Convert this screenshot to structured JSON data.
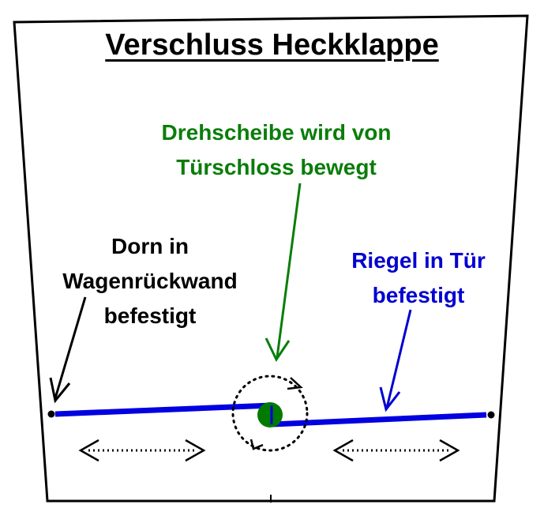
{
  "title": "Verschluss Heckklappe",
  "labels": {
    "turntable": [
      "Drehscheibe wird von",
      "Türschloss bewegt"
    ],
    "pin": [
      "Dorn in",
      "Wagenrückwand",
      "befestigt"
    ],
    "bolt": [
      "Riegel in Tür",
      "befestigt"
    ]
  },
  "colors": {
    "outline": "#000000",
    "bar": "#0000e0",
    "turntable": "#007a00",
    "turntable_text": "#0a7d0a",
    "bolt_text": "#0000d0",
    "background": "#ffffff"
  }
}
